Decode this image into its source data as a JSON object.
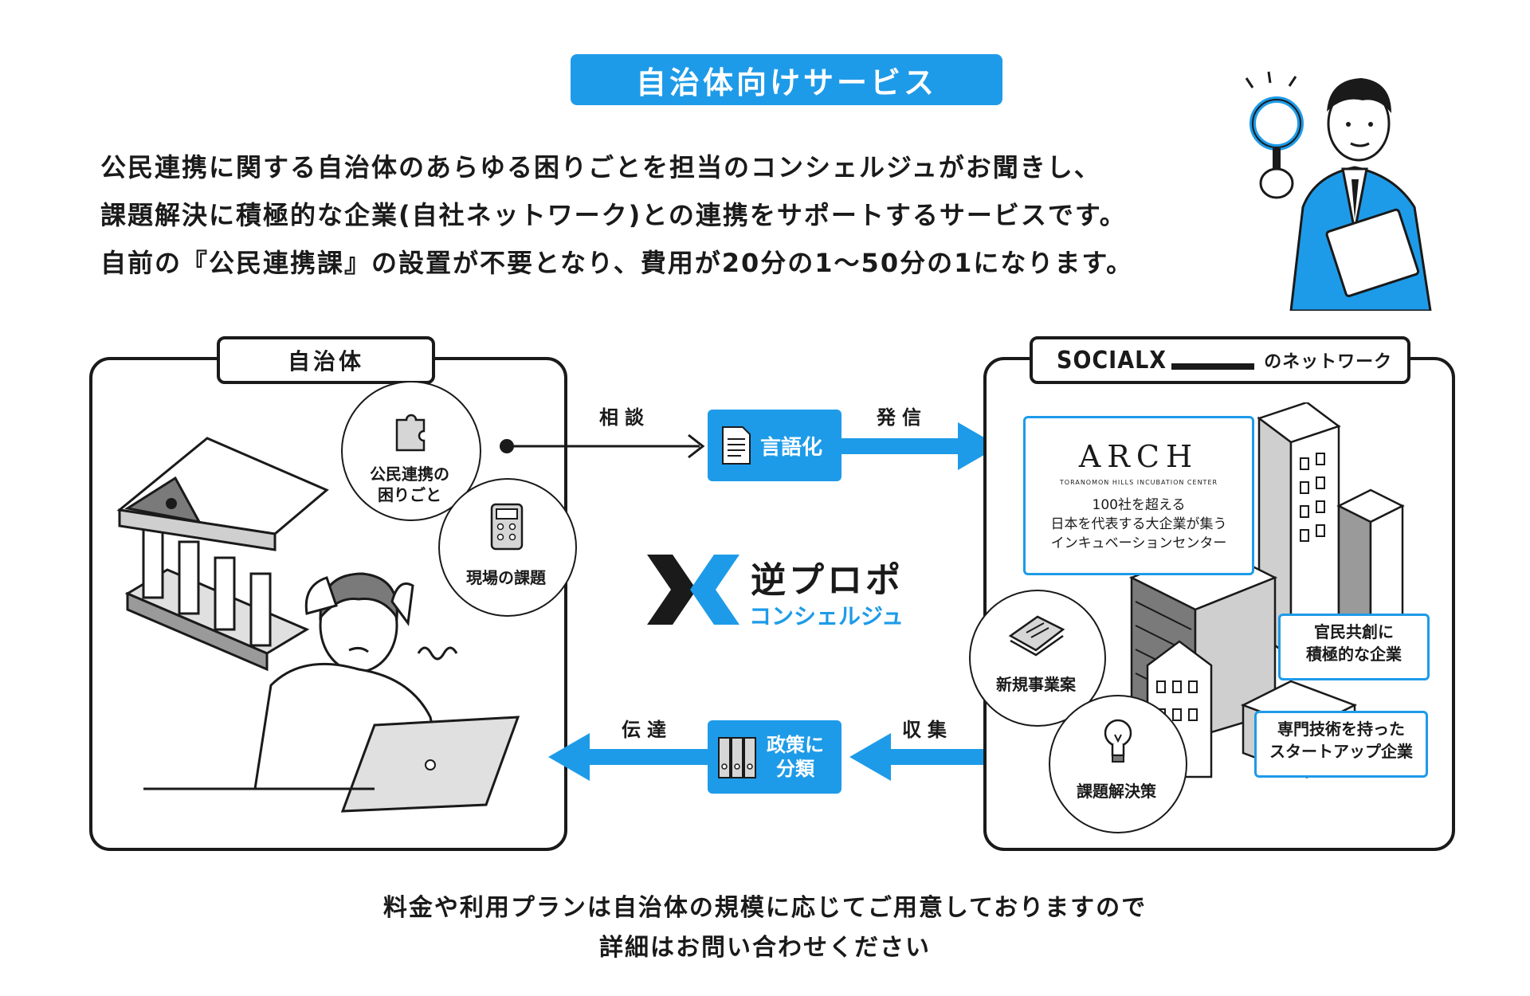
{
  "title": "自治体向けサービス",
  "intro": [
    "公民連携に関する自治体のあらゆる困りごとを担当のコンシェルジュがお聞きし、",
    "課題解決に積極的な企業(自社ネットワーク)との連携をサポートするサービスです。",
    "自前の『公民連携課』の設置が不要となり、費用が20分の1～50分の1になります。"
  ],
  "left_panel": {
    "tab": "自治体",
    "bubble1": "公民連携の\n困りごと",
    "bubble2": "現場の課題"
  },
  "flow": {
    "consult": "相談",
    "send": "発信",
    "verbalize": "言語化",
    "collect": "収集",
    "deliver": "伝達",
    "classify_line1": "政策に",
    "classify_line2": "分類"
  },
  "logo": {
    "line1": "逆プロポ",
    "line2": "コンシェルジュ"
  },
  "right_panel": {
    "tab_brand": "SOCIALX",
    "tab_suffix": "のネットワーク",
    "arch_name": "ARCH",
    "arch_sub": "TORANOMON HILLS INCUBATION CENTER",
    "arch_desc": [
      "100社を超える",
      "日本を代表する大企業が集う",
      "インキュベーションセンター"
    ],
    "bubble_new": "新規事業案",
    "bubble_solution": "課題解決策",
    "box_public": [
      "官民共創に",
      "積極的な企業"
    ],
    "box_startup": [
      "専門技術を持った",
      "スタートアップ企業"
    ]
  },
  "footer": [
    "料金や利用プランは自治体の規模に応じてご用意しておりますので",
    "詳細はお問い合わせください"
  ],
  "colors": {
    "accent": "#1e9be8",
    "ink": "#1a1a1a"
  }
}
